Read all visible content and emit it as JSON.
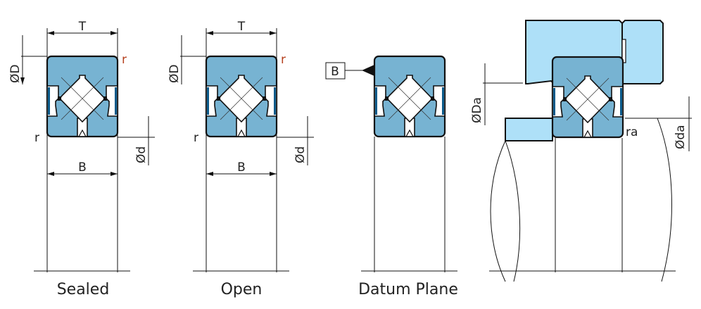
{
  "colors": {
    "bearing": "#77b3d2",
    "housing": "#aee0f8",
    "seal": "#0a5a8a"
  },
  "figures": [
    {
      "caption": "Sealed",
      "T": "T",
      "B": "B",
      "r_top": "r",
      "r_bottom": "r",
      "D": "ØD",
      "d": "Ød"
    },
    {
      "caption": "Open",
      "T": "T",
      "B": "B",
      "r_top": "r",
      "r_bottom": "r",
      "D": "ØD",
      "d": "Ød"
    },
    {
      "caption": "Datum Plane",
      "datum": "B"
    },
    {
      "Da": "ØDa",
      "da": "Øda",
      "ra": "ra"
    }
  ]
}
